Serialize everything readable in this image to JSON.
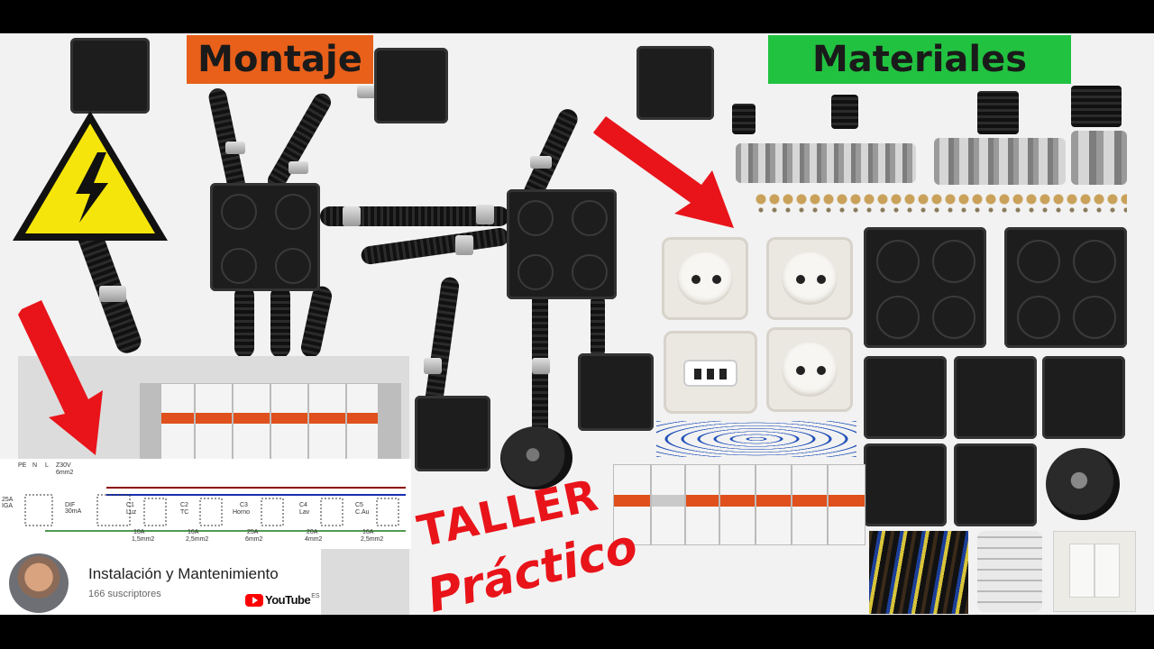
{
  "headings": {
    "montaje": "Montaje",
    "materiales": "Materiales"
  },
  "handwritten": {
    "line1": "TALLER",
    "line2": "Práctico"
  },
  "channel": {
    "name": "Instalación y Mantenimiento",
    "subscribers": "166 suscriptores",
    "logo_text": "YouTube",
    "logo_region": "ES"
  },
  "schematic": {
    "top_labels": [
      "PE",
      "N",
      "L",
      "Z30V",
      "6mm2"
    ],
    "iga": "25A IGA",
    "dif": "DIF 30mA",
    "circuits": [
      {
        "id": "C1",
        "name": "Luz",
        "rating": "10A",
        "cable": "1,5mm2"
      },
      {
        "id": "C2",
        "name": "TC",
        "rating": "16A",
        "cable": "2,5mm2"
      },
      {
        "id": "C3",
        "name": "Horno",
        "rating": "25A",
        "cable": "6mm2"
      },
      {
        "id": "C4",
        "name": "Lav",
        "rating": "20A",
        "cable": "4mm2"
      },
      {
        "id": "C5",
        "name": "C.Au",
        "rating": "16A",
        "cable": "2,5mm2"
      }
    ]
  },
  "colors": {
    "montaje_bg": "#e8601a",
    "materiales_bg": "#22c241",
    "arrow": "#e8141a",
    "warning": "#f5e50a",
    "youtube_red": "#ff0000"
  },
  "icons": [
    "high-voltage-warning-icon",
    "youtube-logo-icon",
    "red-arrow-icon"
  ]
}
